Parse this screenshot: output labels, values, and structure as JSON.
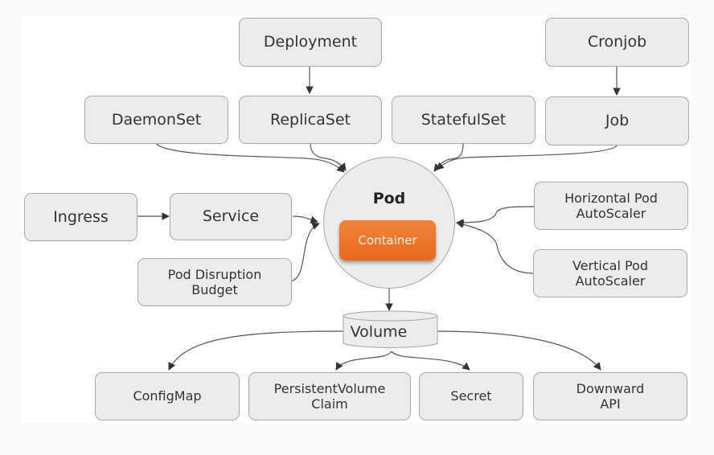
{
  "diagram": {
    "title": "Kubernetes Pod related resources",
    "colors": {
      "node_fill": "#ececec",
      "node_border": "#a9a9a9",
      "container_fill": "#ee7428",
      "edge": "#444444",
      "background": "#ffffff"
    },
    "nodes": {
      "deployment": "Deployment",
      "cronjob": "Cronjob",
      "daemonset": "DaemonSet",
      "replicaset": "ReplicaSet",
      "statefulset": "StatefulSet",
      "job": "Job",
      "ingress": "Ingress",
      "service": "Service",
      "pdb_line1": "Pod Disruption",
      "pdb_line2": "Budget",
      "pod": "Pod",
      "container": "Container",
      "hpa_line1": "Horizontal Pod",
      "hpa_line2": "AutoScaler",
      "vpa_line1": "Vertical Pod",
      "vpa_line2": "AutoScaler",
      "volume": "Volume",
      "configmap": "ConfigMap",
      "pvc_line1": "PersistentVolume",
      "pvc_line2": "Claim",
      "secret": "Secret",
      "downward_line1": "Downward",
      "downward_line2": "API"
    },
    "edges": [
      {
        "from": "Deployment",
        "to": "ReplicaSet"
      },
      {
        "from": "Cronjob",
        "to": "Job"
      },
      {
        "from": "DaemonSet",
        "to": "Pod"
      },
      {
        "from": "ReplicaSet",
        "to": "Pod"
      },
      {
        "from": "StatefulSet",
        "to": "Pod"
      },
      {
        "from": "Job",
        "to": "Pod"
      },
      {
        "from": "Ingress",
        "to": "Service"
      },
      {
        "from": "Service",
        "to": "Pod"
      },
      {
        "from": "Pod Disruption Budget",
        "to": "Pod"
      },
      {
        "from": "Horizontal Pod AutoScaler",
        "to": "Pod"
      },
      {
        "from": "Vertical Pod AutoScaler",
        "to": "Pod"
      },
      {
        "from": "Pod",
        "to": "Volume"
      },
      {
        "from": "Volume",
        "to": "ConfigMap"
      },
      {
        "from": "Volume",
        "to": "PersistentVolume Claim"
      },
      {
        "from": "Volume",
        "to": "Secret"
      },
      {
        "from": "Volume",
        "to": "Downward API"
      }
    ]
  }
}
